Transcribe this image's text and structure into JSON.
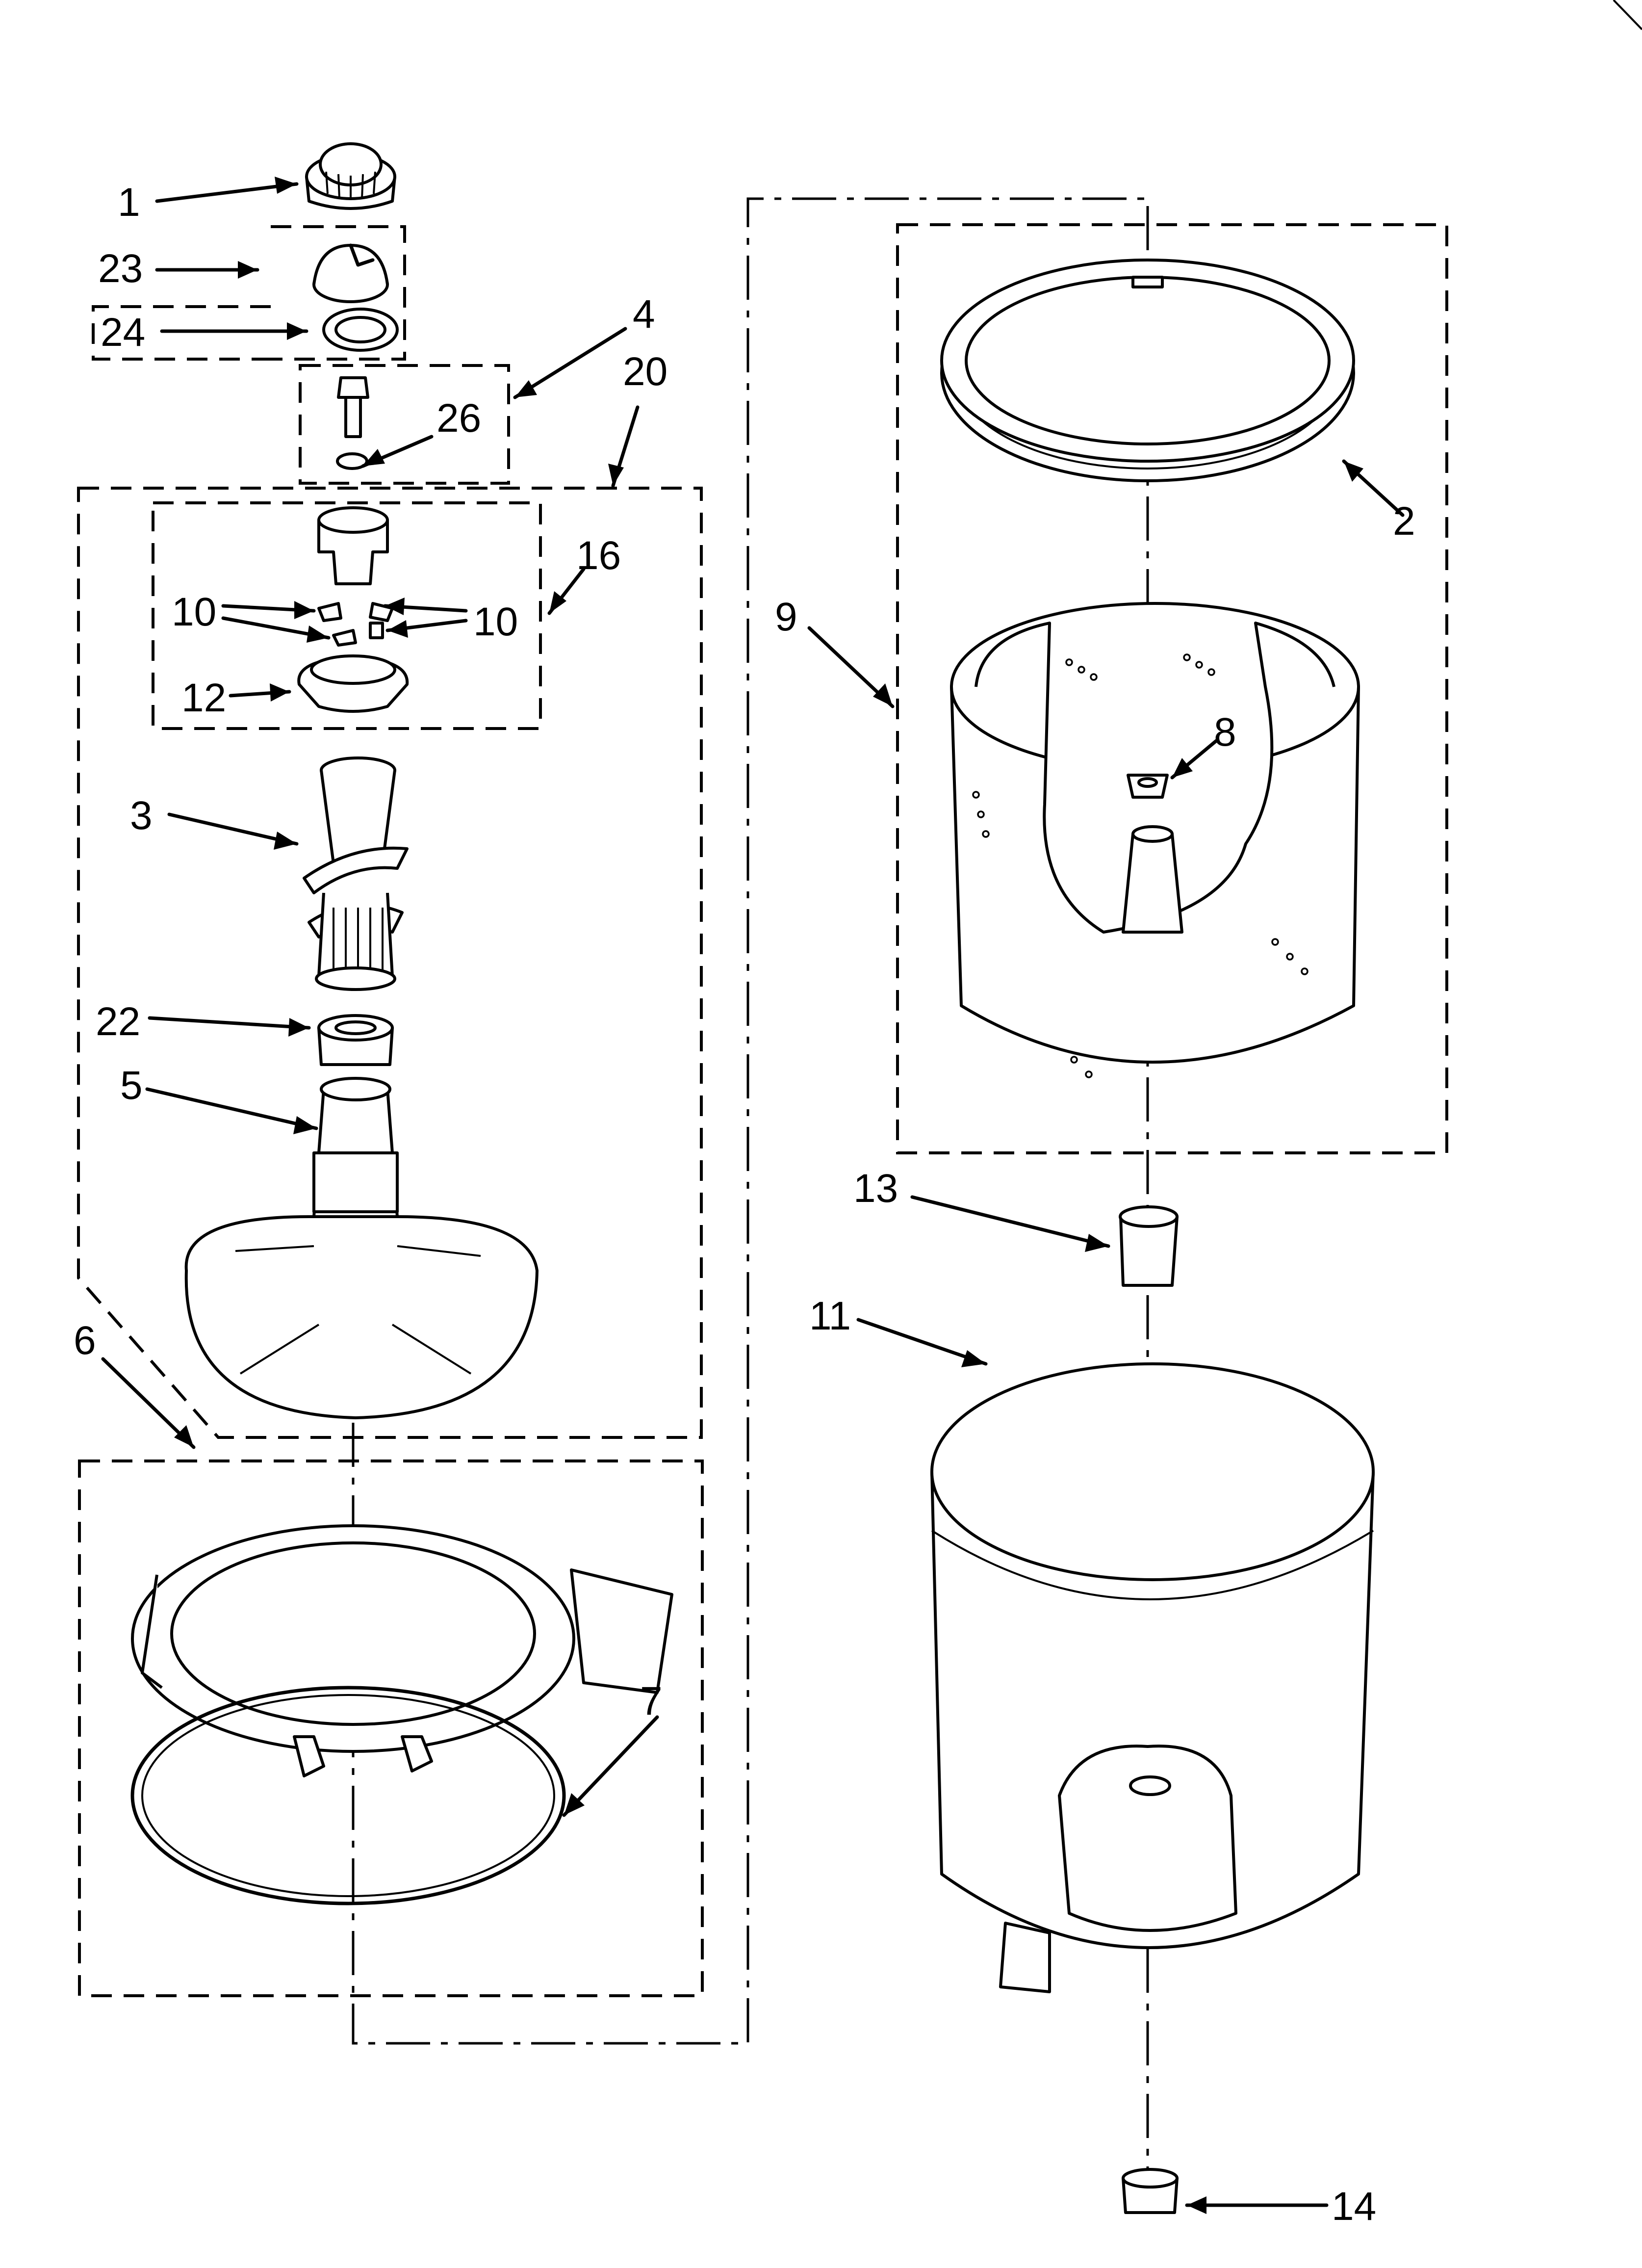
{
  "callouts": [
    {
      "id": "1",
      "label": "1"
    },
    {
      "id": "23",
      "label": "23"
    },
    {
      "id": "24",
      "label": "24"
    },
    {
      "id": "4",
      "label": "4"
    },
    {
      "id": "20",
      "label": "20"
    },
    {
      "id": "26",
      "label": "26"
    },
    {
      "id": "16",
      "label": "16"
    },
    {
      "id": "10a",
      "label": "10"
    },
    {
      "id": "10b",
      "label": "10"
    },
    {
      "id": "12",
      "label": "12"
    },
    {
      "id": "3",
      "label": "3"
    },
    {
      "id": "22",
      "label": "22"
    },
    {
      "id": "5",
      "label": "5"
    },
    {
      "id": "6",
      "label": "6"
    },
    {
      "id": "7",
      "label": "7"
    },
    {
      "id": "2",
      "label": "2"
    },
    {
      "id": "9",
      "label": "9"
    },
    {
      "id": "8",
      "label": "8"
    },
    {
      "id": "13",
      "label": "13"
    },
    {
      "id": "11",
      "label": "11"
    },
    {
      "id": "14",
      "label": "14"
    }
  ]
}
